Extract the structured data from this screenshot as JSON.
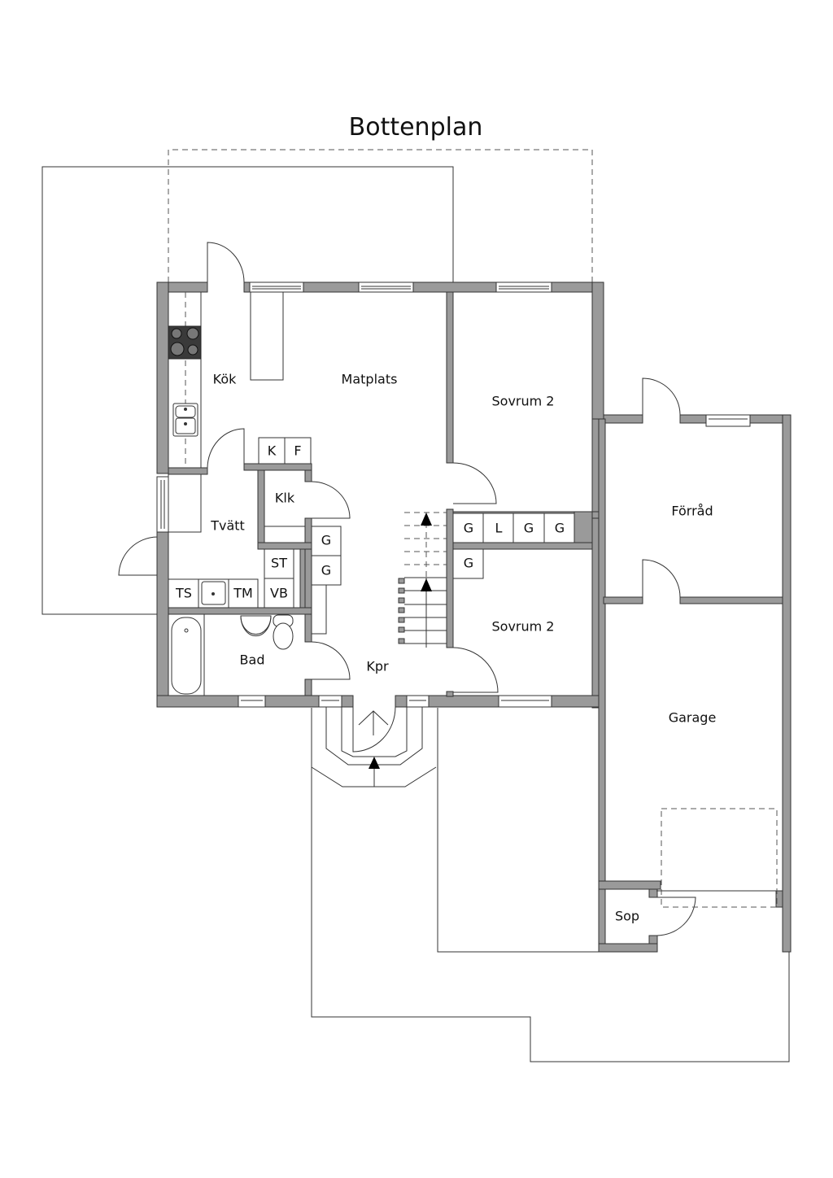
{
  "title": "Bottenplan",
  "colors": {
    "wall": "#9a9a9a",
    "line": "#333333",
    "background": "#ffffff"
  },
  "rooms": {
    "kok": "Kök",
    "matplats": "Matplats",
    "sovrum_top": "Sovrum 2",
    "sovrum_bottom": "Sovrum 2",
    "klk": "Klk",
    "tvatt": "Tvätt",
    "bad": "Bad",
    "kpr": "Kpr",
    "forrad": "Förråd",
    "garage": "Garage",
    "sop": "Sop"
  },
  "fixtures": {
    "k": "K",
    "f": "F",
    "ts": "TS",
    "tm": "TM",
    "st": "ST",
    "vb": "VB",
    "g_hall_1": "G",
    "g_hall_2": "G",
    "closet_row": [
      "G",
      "L",
      "G",
      "G"
    ],
    "g_sovrum": "G"
  }
}
